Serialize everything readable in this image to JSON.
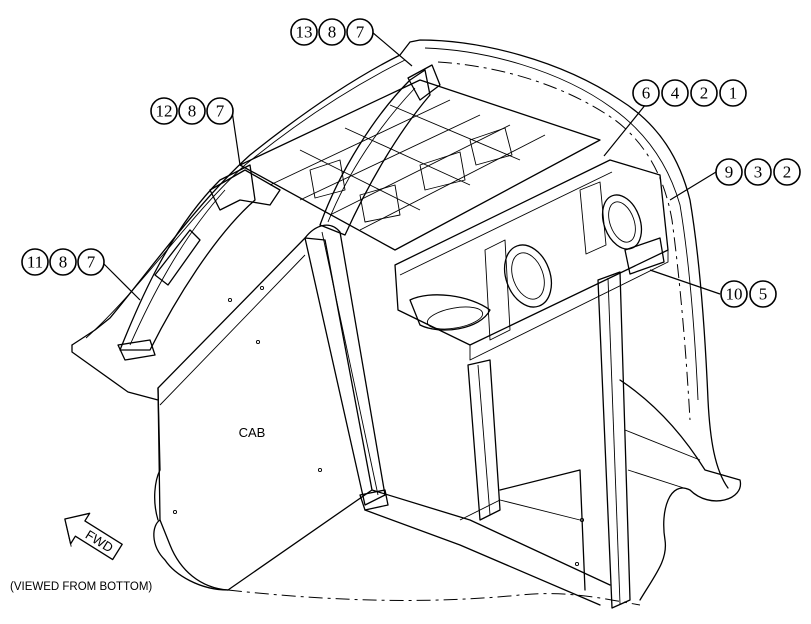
{
  "labels": {
    "cab": "CAB",
    "fwd": "FWD",
    "viewed_from": "(VIEWED FROM BOTTOM)"
  },
  "callouts": [
    {
      "id": "callout-13-8-7",
      "numbers": [
        "13",
        "8",
        "7"
      ]
    },
    {
      "id": "callout-12-8-7",
      "numbers": [
        "12",
        "8",
        "7"
      ]
    },
    {
      "id": "callout-11-8-7",
      "numbers": [
        "11",
        "8",
        "7"
      ]
    },
    {
      "id": "callout-6-4-2-1",
      "numbers": [
        "6",
        "4",
        "2",
        "1"
      ]
    },
    {
      "id": "callout-9-3-2",
      "numbers": [
        "9",
        "3",
        "2"
      ]
    },
    {
      "id": "callout-10-5",
      "numbers": [
        "10",
        "5"
      ]
    }
  ]
}
